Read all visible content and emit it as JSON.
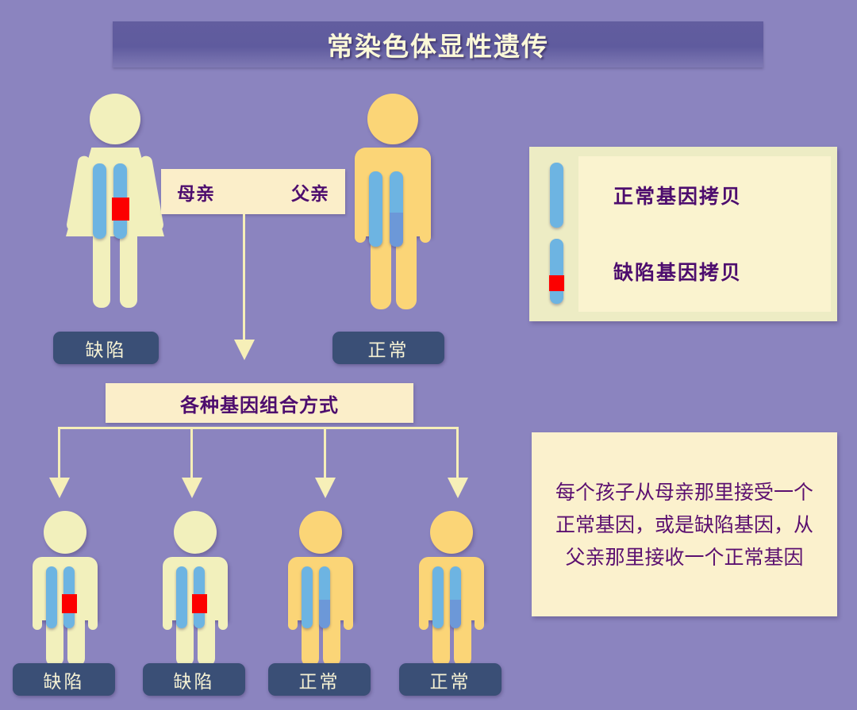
{
  "title": "常染色体显性遗传",
  "parents": {
    "mother_label": "母亲",
    "father_label": "父亲",
    "mother_status": "缺陷",
    "father_status": "正常"
  },
  "combination_box": "各种基因组合方式",
  "legend": {
    "items": [
      {
        "label": "正常基因拷贝",
        "icon": "chromosome-normal-icon"
      },
      {
        "label": "缺陷基因拷贝",
        "icon": "chromosome-defect-icon"
      }
    ]
  },
  "note": "每个孩子从母亲那里接受一个正常基因，或是缺陷基因，从父亲那里接收一个正常基因",
  "children": [
    {
      "status": "缺陷",
      "type": "affected"
    },
    {
      "status": "缺陷",
      "type": "affected"
    },
    {
      "status": "正常",
      "type": "normal"
    },
    {
      "status": "正常",
      "type": "normal"
    }
  ],
  "colors": {
    "background": "#8b84bf",
    "title_bar": "#5f5b9e",
    "title_text": "#fbf8d8",
    "cream_panel": "#fbeec9",
    "legend_panel": "#edecc4",
    "purple_text": "#4d0d6e",
    "badge_bg": "#3a4f76",
    "badge_text": "#f6f2d4",
    "affected_person": "#f2f0bc",
    "normal_person": "#fbd577",
    "chromosome": "#6db4e2",
    "defect_gene": "#fc0000",
    "arrow": "#f6efb8"
  }
}
